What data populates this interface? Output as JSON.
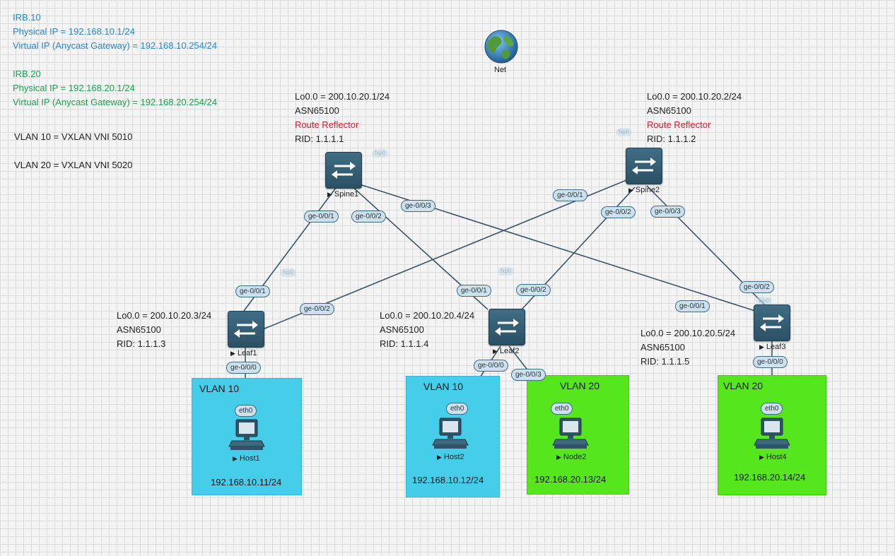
{
  "notes": {
    "irb10": {
      "title": "IRB.10",
      "physical": "Physical IP = 192.168.10.1/24",
      "virtual": "Virtual IP (Anycast Gateway) = 192.168.10.254/24"
    },
    "irb20": {
      "title": "IRB.20",
      "physical": "Physical IP = 192.168.20.1/24",
      "virtual": "Virtual IP (Anycast Gateway) = 192.168.20.254/24"
    },
    "vni10": "VLAN 10 = VXLAN VNI 5010",
    "vni20": "VLAN 20 = VXLAN VNI 5020"
  },
  "net": {
    "label": "Net"
  },
  "spine1": {
    "label": "Spine1",
    "lo": "Lo0.0 = 200.10.20.1/24",
    "asn": "ASN65100",
    "role": "Route Reflector",
    "rid": "RID: 1.1.1.1"
  },
  "spine2": {
    "label": "Spine2",
    "lo": "Lo0.0 = 200.10.20.2/24",
    "asn": "ASN65100",
    "role": "Route Reflector",
    "rid": "RID: 1.1.1.2"
  },
  "leaf1": {
    "label": "Leaf1",
    "lo": "Lo0.0 = 200.10.20.3/24",
    "asn": "ASN65100",
    "rid": "RID: 1.1.1.3"
  },
  "leaf2": {
    "label": "Leaf2",
    "lo": "Lo0.0 = 200.10.20.4/24",
    "asn": "ASN65100",
    "rid": "RID: 1.1.1.4"
  },
  "leaf3": {
    "label": "Leaf3",
    "lo": "Lo0.0 = 200.10.20.5/24",
    "asn": "ASN65100",
    "rid": "RID: 1.1.1.5"
  },
  "ports": {
    "s1_ge001": "ge-0/0/1",
    "s1_ge002": "ge-0/0/2",
    "s1_ge003": "ge-0/0/3",
    "s2_ge001": "ge-0/0/1",
    "s2_ge002": "ge-0/0/2",
    "s2_ge003": "ge-0/0/3",
    "l1_ge001": "ge-0/0/1",
    "l1_ge002": "ge-0/0/2",
    "l1_ge000": "ge-0/0/0",
    "l2_ge001": "ge-0/0/1",
    "l2_ge002": "ge-0/0/2",
    "l2_ge000": "ge-0/0/0",
    "l2_ge003": "ge-0/0/3",
    "l3_ge002": "ge-0/0/2",
    "l3_ge001": "ge-0/0/1",
    "l3_ge000": "ge-0/0/0",
    "eth0": "eth0"
  },
  "vlans": {
    "box1": {
      "title": "VLAN 10",
      "host": "Host1",
      "ip": "192.168.10.11/24"
    },
    "box2": {
      "title": "VLAN 10",
      "host": "Host2",
      "ip": "192.168.10.12/24"
    },
    "box3": {
      "title": "VLAN 20",
      "host": "Node2",
      "ip": "192.168.20.13/24"
    },
    "box4": {
      "title": "VLAN 20",
      "host": "Host4",
      "ip": "192.168.20.14/24"
    }
  },
  "colors": {
    "irb10": "#2f86c4",
    "irb20": "#21a14e",
    "route_reflector": "#c8232c",
    "vlan10_fill": "#46cdea",
    "vlan20_fill": "#56e61d",
    "router": "#2b5064"
  },
  "icons": [
    "globe-icon",
    "router-icon",
    "pc-icon"
  ]
}
